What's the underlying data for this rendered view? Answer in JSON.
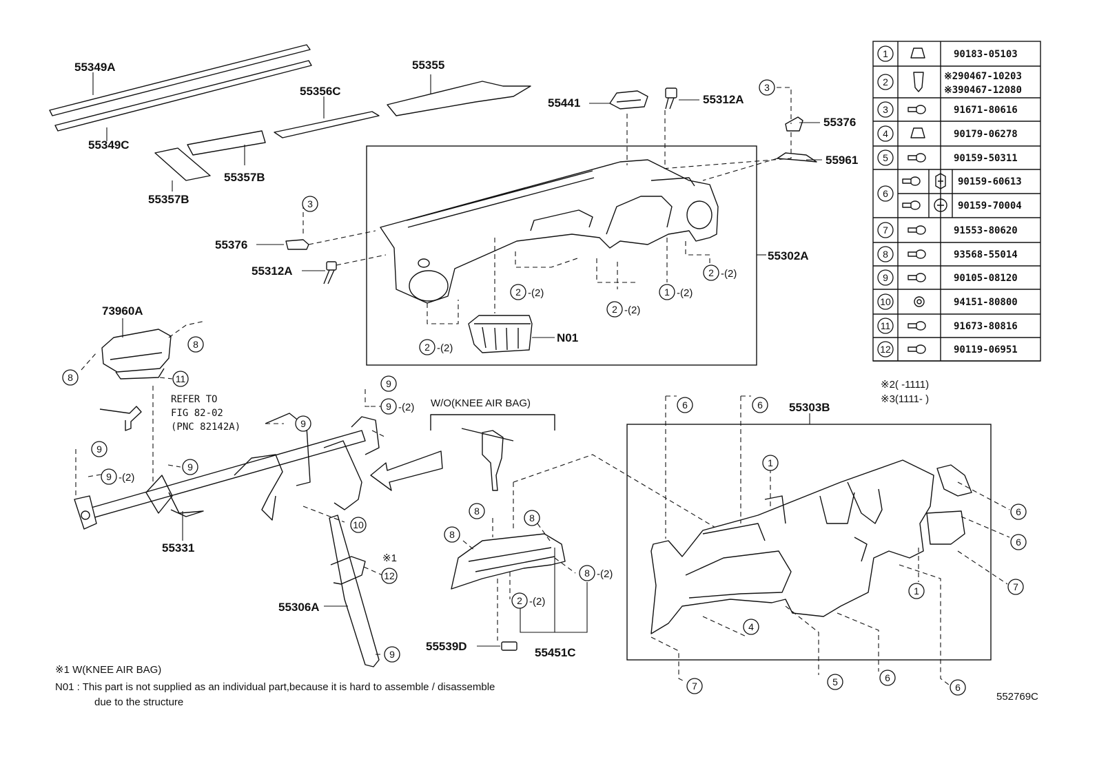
{
  "labels": {
    "p55349A": "55349A",
    "p55349C": "55349C",
    "p55355": "55355",
    "p55356C": "55356C",
    "p55357B_a": "55357B",
    "p55357B_b": "55357B",
    "p55441": "55441",
    "p55312A_top": "55312A",
    "p55376_top": "55376",
    "p55961": "55961",
    "p55302A": "55302A",
    "p55376_left": "55376",
    "p55312A_left": "55312A",
    "pN01": "N01",
    "p73960A": "73960A",
    "p55331": "55331",
    "p55306A": "55306A",
    "p55303B": "55303B",
    "p55539D": "55539D",
    "p55451C": "55451C"
  },
  "refer": [
    "REFER TO",
    "FIG 82-02",
    "(PNC 82142A)"
  ],
  "wo_knee": "W/O(KNEE AIR BAG)",
  "star1": "※1",
  "qty2": "-(2)",
  "footnotes": {
    "star1_line": "※1 W(KNEE AIR BAG)",
    "n01_line1": "N01 : This part is not supplied as an individual part,because it is hard to assemble / disassemble",
    "n01_line2": "due to the structure"
  },
  "notes_star": [
    "※2(   -1111)",
    "※3(1111-   )"
  ],
  "figure_code": "552769C",
  "fastener_table": [
    {
      "num": "1",
      "parts": [
        "90183-05103"
      ]
    },
    {
      "num": "2",
      "parts": [
        "※290467-10203",
        "※390467-12080"
      ]
    },
    {
      "num": "3",
      "parts": [
        "91671-80616"
      ]
    },
    {
      "num": "4",
      "parts": [
        "90179-06278"
      ]
    },
    {
      "num": "5",
      "parts": [
        "90159-50311"
      ]
    },
    {
      "num": "6",
      "parts": [
        "90159-60613",
        "90159-70004"
      ]
    },
    {
      "num": "7",
      "parts": [
        "91553-80620"
      ]
    },
    {
      "num": "8",
      "parts": [
        "93568-55014"
      ]
    },
    {
      "num": "9",
      "parts": [
        "90105-08120"
      ]
    },
    {
      "num": "10",
      "parts": [
        "94151-80800"
      ]
    },
    {
      "num": "11",
      "parts": [
        "91673-80816"
      ]
    },
    {
      "num": "12",
      "parts": [
        "90119-06951"
      ]
    }
  ],
  "callouts": [
    "1",
    "2",
    "3",
    "4",
    "5",
    "6",
    "7",
    "8",
    "9",
    "10",
    "11",
    "12"
  ]
}
